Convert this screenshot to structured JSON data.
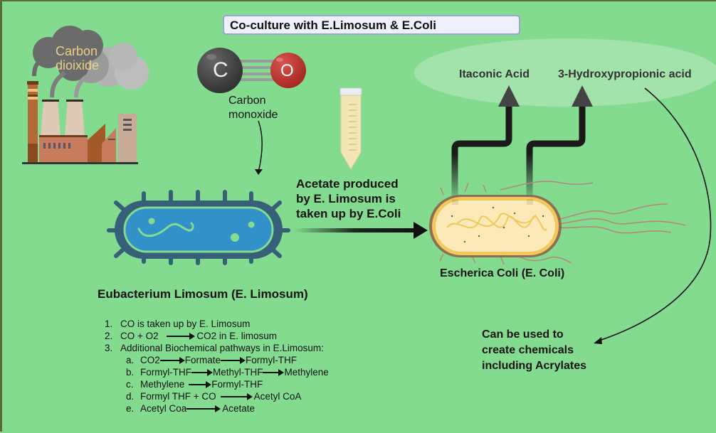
{
  "title": "Co-culture with E.Limosum & E.Coli",
  "sources": {
    "co2_label_line1": "Carbon",
    "co2_label_line2": "dioixide",
    "co_atom_c": "C",
    "co_atom_o": "O",
    "co_label_line1": "Carbon",
    "co_label_line2": "monoxide"
  },
  "transfer": {
    "line1": "Acetate produced",
    "line2": "by E. Limosum is",
    "line3": "taken up by E.Coli"
  },
  "organisms": {
    "e_limosum": "Eubacterium Limosum (E. Limosum)",
    "e_coli": "Escherica Coli (E. Coli)"
  },
  "products": {
    "product1": "Itaconic Acid",
    "product2": "3-Hydroxypropionic acid"
  },
  "use": {
    "line1": "Can be used to",
    "line2": "create chemicals",
    "line3": "including Acrylates"
  },
  "steps": [
    {
      "num": "1.",
      "parts": [
        "CO is taken up by E. Limosum"
      ]
    },
    {
      "num": "2.",
      "parts": [
        "CO + O2",
        "CO2 in E. limosum"
      ]
    },
    {
      "num": "3.",
      "parts": [
        "Additional Biochemical pathways in E.Limosum:"
      ]
    }
  ],
  "substeps": [
    {
      "num": "a.",
      "parts": [
        "CO2",
        "Formate",
        "Formyl-THF"
      ]
    },
    {
      "num": "b.",
      "parts": [
        "Formyl-THF",
        "Methyl-THF",
        "Methylene"
      ]
    },
    {
      "num": "c.",
      "parts": [
        "Methylene",
        "Formyl-THF"
      ]
    },
    {
      "num": "d.",
      "parts": [
        "Formyl THF + CO",
        "Acetyl CoA"
      ]
    },
    {
      "num": "e.",
      "parts": [
        "Acetyl Coa",
        "Acetate"
      ]
    }
  ],
  "colors": {
    "background": "#82db8e",
    "bacterium_dark": "#365f78",
    "bacterium_fill": "#3391c9",
    "ecoli_fill": "#fbe9b7",
    "ecoli_membrane": "#f0c95a",
    "carbon_atom": "#444444",
    "oxygen_atom": "#c0392b"
  }
}
